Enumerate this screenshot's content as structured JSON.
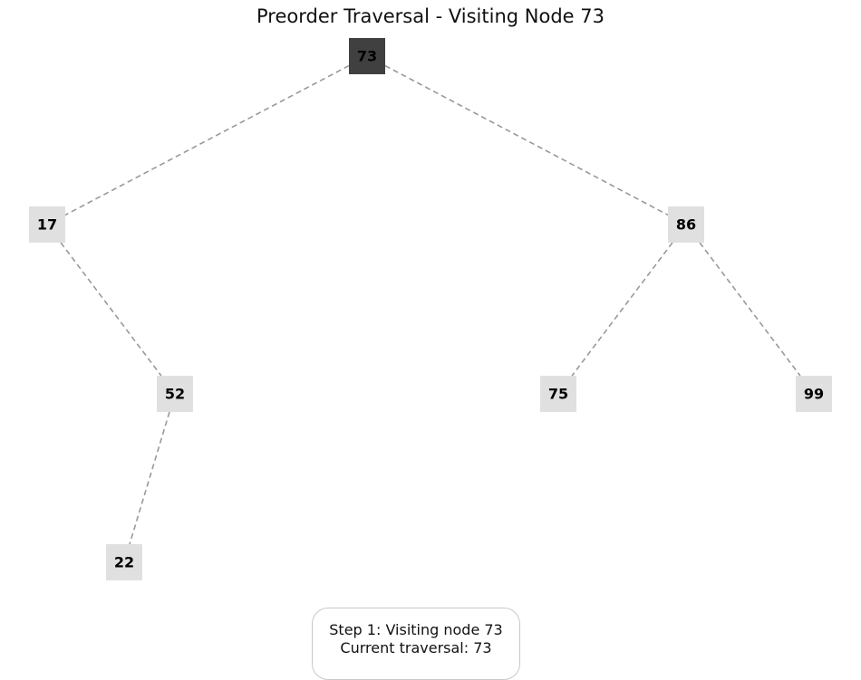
{
  "title": "Preorder Traversal - Visiting Node 73",
  "colors": {
    "node_visiting_fill": "#404040",
    "node_default_fill": "#e0e0e0",
    "edge_stroke": "#999999",
    "label_default": "#000000",
    "label_visiting": "#000000"
  },
  "tree": {
    "nodes": [
      {
        "id": "n73",
        "label": "73",
        "state": "visiting"
      },
      {
        "id": "n17",
        "label": "17",
        "state": "default"
      },
      {
        "id": "n86",
        "label": "86",
        "state": "default"
      },
      {
        "id": "n52",
        "label": "52",
        "state": "default"
      },
      {
        "id": "n75",
        "label": "75",
        "state": "default"
      },
      {
        "id": "n99",
        "label": "99",
        "state": "default"
      },
      {
        "id": "n22",
        "label": "22",
        "state": "default"
      }
    ],
    "edges": [
      {
        "from": "n73",
        "to": "n17"
      },
      {
        "from": "n73",
        "to": "n86"
      },
      {
        "from": "n17",
        "to": "n52"
      },
      {
        "from": "n52",
        "to": "n22"
      },
      {
        "from": "n86",
        "to": "n75"
      },
      {
        "from": "n86",
        "to": "n99"
      }
    ]
  },
  "status": {
    "line1": "Step 1: Visiting node 73",
    "line2": "Current traversal: 73"
  }
}
